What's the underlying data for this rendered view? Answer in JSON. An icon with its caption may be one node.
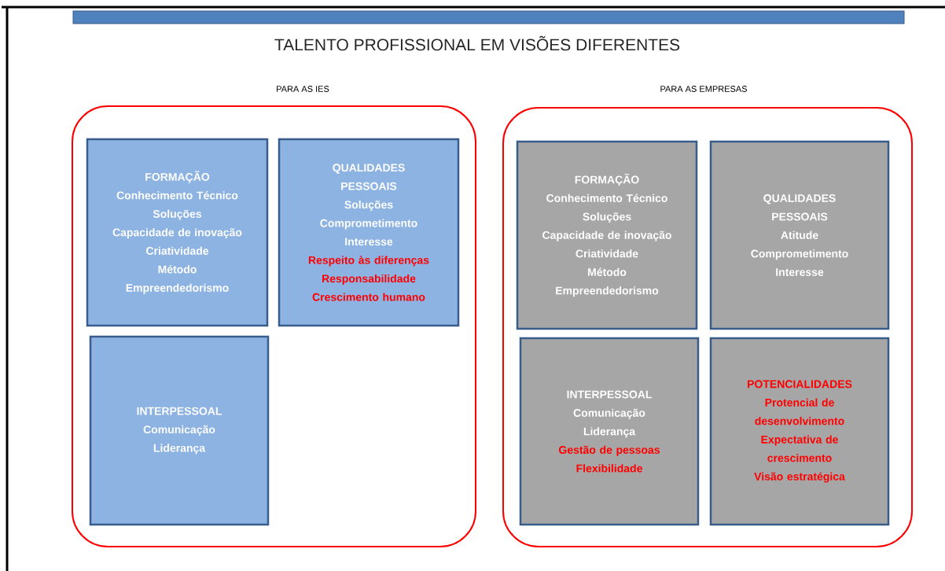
{
  "diagram": {
    "title": "TALENTO PROFISSIONAL EM VISÕES DIFERENTES",
    "nodes": [
      {
        "text": [
          "PARA AS IES"
        ]
      },
      {
        "text": [
          "FORMAÇÃO",
          "Conhecimento Técnico",
          "Soluções",
          "Capacidade de inovação",
          "Criatividade",
          "Método",
          "Empreendedorismo"
        ],
        "in": 0
      },
      {
        "text": [
          "QUALIDADES PESSOAIS",
          "Soluções",
          "Comprometimento",
          "Interesse",
          "Respeito às diferenças",
          "Responsabilidade",
          "Crescimento humano"
        ],
        "in": 0
      },
      {
        "text": [
          "INTERPESSOAL",
          "Comunicação",
          "Liderança"
        ],
        "in": 0
      },
      {
        "text": [
          "PARA AS EMPRESAS"
        ]
      },
      {
        "text": [
          "FORMAÇÃO",
          "Conhecimento Técnico",
          "Soluções",
          "Capacidade de inovação",
          "Criatividade",
          "Método",
          "Empreendedorismo"
        ],
        "in": 4
      },
      {
        "text": [
          "QUALIDADES PESSOAIS",
          "Atitude",
          "Comprometimento",
          "Interesse"
        ],
        "in": 4
      },
      {
        "text": [
          "INTERPESSOAL",
          "Comunicação",
          "Liderança",
          "Gestão de pessoas",
          "Flexibilidade"
        ],
        "in": 4
      },
      {
        "text": [
          "POTENCIALIDADES",
          "Protencial de desenvolvimento",
          "Expectativa de crescimento",
          "Visão estratégica"
        ],
        "in": 4
      }
    ],
    "edges": []
  }
}
